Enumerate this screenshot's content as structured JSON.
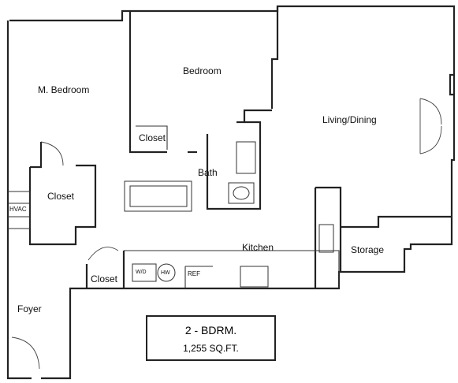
{
  "rooms": {
    "master_bedroom": "M. Bedroom",
    "bedroom": "Bedroom",
    "living_dining": "Living/Dining",
    "closet": "Closet",
    "bath": "Bath",
    "kitchen": "Kitchen",
    "storage": "Storage",
    "foyer": "Foyer",
    "hvac": "HVAC"
  },
  "appliances": {
    "wd": "W/D",
    "hw": "HW",
    "ref": "REF"
  },
  "summary": {
    "unit_type": "2 - BDRM.",
    "area": "1,255 SQ.FT."
  }
}
